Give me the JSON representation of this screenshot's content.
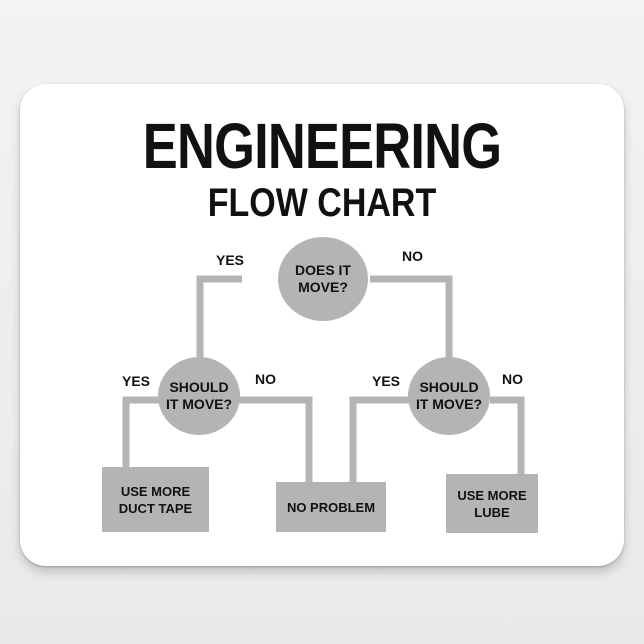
{
  "title": "ENGINEERING",
  "subtitle": "FLOW CHART",
  "nodes": {
    "root": "DOES IT\nMOVE?",
    "left_q": "SHOULD\nIT MOVE?",
    "right_q": "SHOULD\nIT MOVE?",
    "duct_tape": "USE MORE\nDUCT TAPE",
    "no_problem": "NO PROBLEM",
    "lube": "USE MORE\nLUBE"
  },
  "labels": {
    "root_yes": "YES",
    "root_no": "NO",
    "left_yes": "YES",
    "left_no": "NO",
    "right_yes": "YES",
    "right_no": "NO"
  },
  "colors": {
    "node_fill": "#b4b4b4",
    "connector": "#b4b4b4",
    "text": "#111111"
  }
}
